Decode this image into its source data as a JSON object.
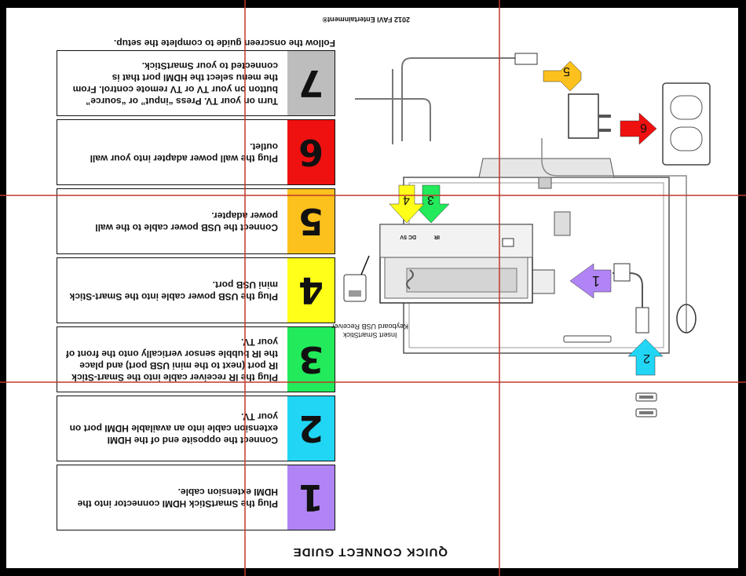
{
  "document": {
    "title": "QUICK CONNECT GUIDE",
    "footer_instruction": "Follow the onscreen guide to complete the setup.",
    "copyright": "2012 FAVI Entertainment®",
    "receiver_label_line1": "Insert SmartStick",
    "receiver_label_line2": "Keyboard USB Receiver",
    "port_labels": {
      "dc": "DC 5V",
      "ir": "IR"
    }
  },
  "steps": [
    {
      "number": "1",
      "color": "#b084f5",
      "text": "Plug the SmartStick HDMI connector into the HDMI extension cable."
    },
    {
      "number": "2",
      "color": "#21d5f5",
      "text": "Connect the opposite end of the HDMI extension cable into an available HDMI port on your TV."
    },
    {
      "number": "3",
      "color": "#22ea5a",
      "text": "Plug the IR receiver cable into the Smart-Stick IR port (next to the mini USB port) and place the IR bubble sensor vertically onto the front of your TV."
    },
    {
      "number": "4",
      "color": "#ffff1a",
      "text": "Plug the USB power cable into the Smart-Stick mini USB port."
    },
    {
      "number": "5",
      "color": "#fcc11d",
      "text": "Connect the USB power cable to the wall power adapter."
    },
    {
      "number": "6",
      "color": "#ef1010",
      "text": "Plug the wall power adapter into your wall outlet."
    },
    {
      "number": "7",
      "color": "#bdbdbd",
      "text": "Turn on your TV. Press “input” or “source” button on your TV or TV remote control. From the menu select the HDMI port that is connected to your SmartStick."
    }
  ],
  "arrows": [
    {
      "number": "1",
      "color": "#b084f5"
    },
    {
      "number": "2",
      "color": "#21d5f5"
    },
    {
      "number": "3",
      "color": "#22ea5a"
    },
    {
      "number": "4",
      "color": "#ffff1a"
    },
    {
      "number": "5",
      "color": "#fcc11d"
    },
    {
      "number": "6",
      "color": "#ef1010"
    }
  ],
  "guide_color": "#c0392b"
}
